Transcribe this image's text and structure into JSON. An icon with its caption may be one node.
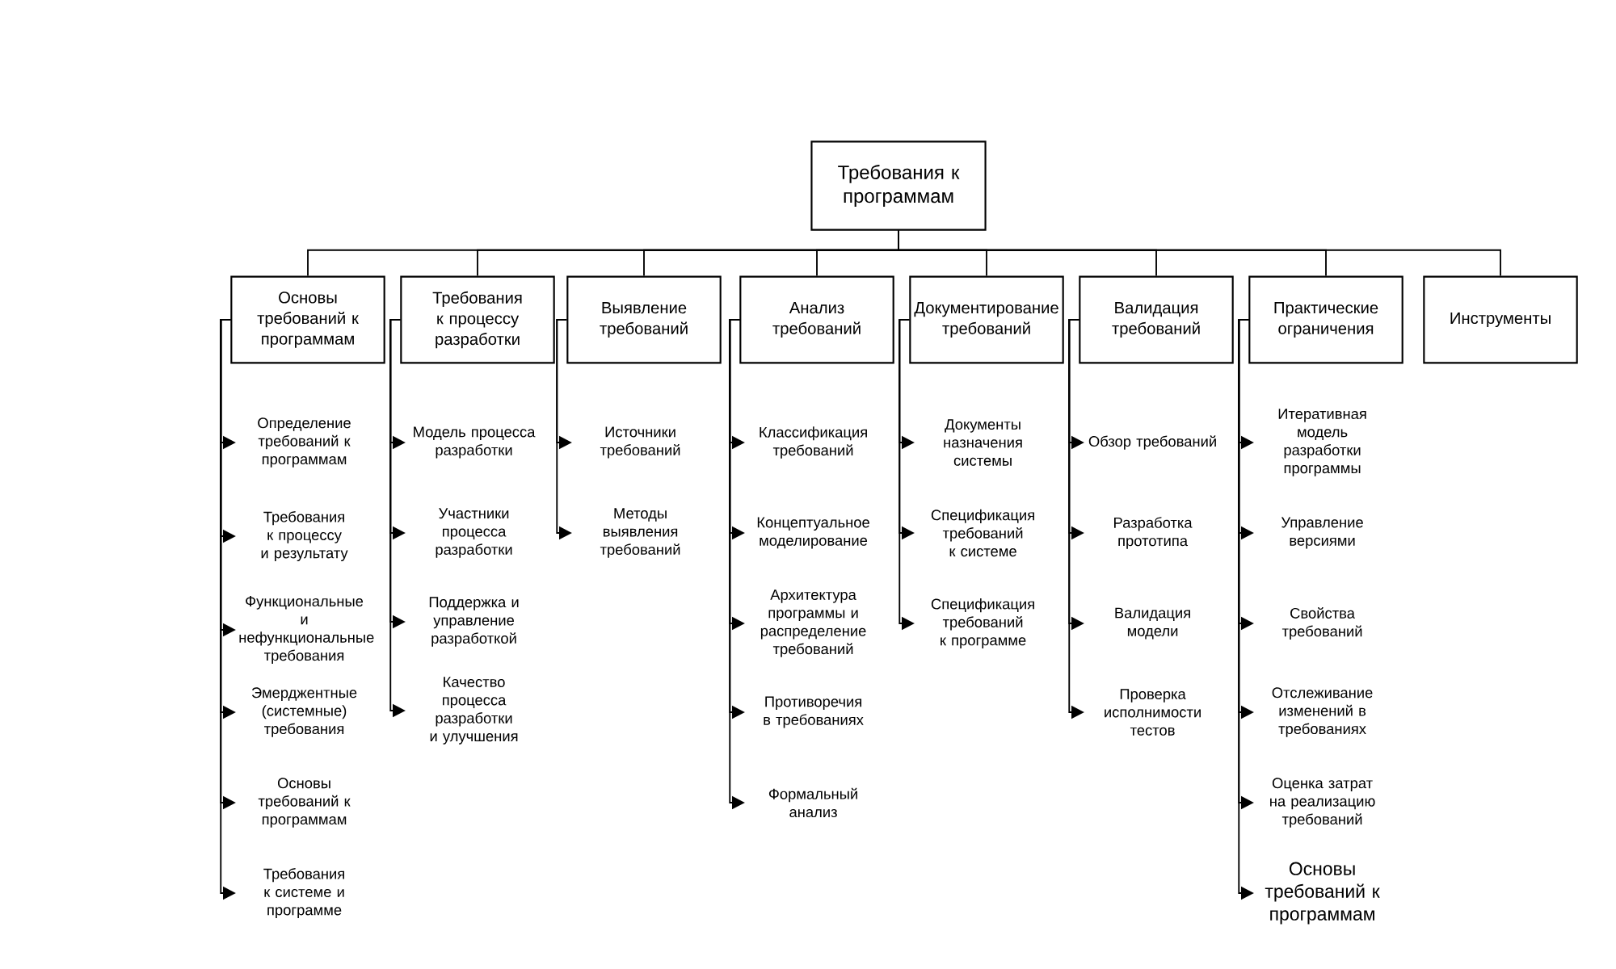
{
  "diagram": {
    "nodes": [
      {
        "text": [
          "Требования к программам"
        ]
      },
      {
        "text": [
          "Основы требований к программам"
        ]
      },
      {
        "text": [
          "Требования к процессу разработки"
        ]
      },
      {
        "text": [
          "Выявление требований"
        ]
      },
      {
        "text": [
          "Анализ требований"
        ]
      },
      {
        "text": [
          "Документирование требований"
        ]
      },
      {
        "text": [
          "Валидация требований"
        ]
      },
      {
        "text": [
          "Практические ограничения"
        ]
      },
      {
        "text": [
          "Инструменты"
        ]
      },
      {
        "text": [
          "Определение требований к программам"
        ]
      },
      {
        "text": [
          "Требования к процессу и результату"
        ]
      },
      {
        "text": [
          "Функциональные и нефункциональные требования"
        ]
      },
      {
        "text": [
          "Эмерджентные (системные) требования"
        ]
      },
      {
        "text": [
          "Основы требований к программам"
        ]
      },
      {
        "text": [
          "Требования к системе и программе"
        ]
      },
      {
        "text": [
          "Модель процесса разработки"
        ]
      },
      {
        "text": [
          "Участники процесса разработки"
        ]
      },
      {
        "text": [
          "Поддержка и управление разработкой"
        ]
      },
      {
        "text": [
          "Качество процесса разработки и улучшения"
        ]
      },
      {
        "text": [
          "Источники требований"
        ]
      },
      {
        "text": [
          "Методы выявления требований"
        ]
      },
      {
        "text": [
          "Классификация требований"
        ]
      },
      {
        "text": [
          "Концептуальное моделирование"
        ]
      },
      {
        "text": [
          "Архитектура программы и распределение требований"
        ]
      },
      {
        "text": [
          "Противоречия в требованиях"
        ]
      },
      {
        "text": [
          "Формальный анализ"
        ]
      },
      {
        "text": [
          "Документы назначения системы"
        ]
      },
      {
        "text": [
          "Спецификация требований к системе"
        ]
      },
      {
        "text": [
          "Спецификация требований к программе"
        ]
      },
      {
        "text": [
          "Обзор требований"
        ]
      },
      {
        "text": [
          "Разработка прототипа"
        ]
      },
      {
        "text": [
          "Валидация модели"
        ]
      },
      {
        "text": [
          "Проверка исполнимости тестов"
        ]
      },
      {
        "text": [
          "Итеративная модель разработки программы"
        ]
      },
      {
        "text": [
          "Управление версиями"
        ]
      },
      {
        "text": [
          "Свойства требований"
        ]
      },
      {
        "text": [
          "Отслеживание изменений в требованиях"
        ]
      },
      {
        "text": [
          "Оценка затрат на реализацию требований"
        ]
      },
      {
        "text": [
          "Основы требований к программам"
        ]
      }
    ],
    "edges": [
      {
        "from": 0,
        "to": 1,
        "arrow": "none"
      },
      {
        "from": 0,
        "to": 2,
        "arrow": "none"
      },
      {
        "from": 0,
        "to": 3,
        "arrow": "none"
      },
      {
        "from": 0,
        "to": 4,
        "arrow": "none"
      },
      {
        "from": 0,
        "to": 5,
        "arrow": "none"
      },
      {
        "from": 0,
        "to": 6,
        "arrow": "none"
      },
      {
        "from": 0,
        "to": 7,
        "arrow": "none"
      },
      {
        "from": 0,
        "to": 8,
        "arrow": "none"
      },
      {
        "from": 1,
        "to": 9,
        "arrow": "to"
      },
      {
        "from": 1,
        "to": 10,
        "arrow": "to"
      },
      {
        "from": 1,
        "to": 11,
        "arrow": "to"
      },
      {
        "from": 1,
        "to": 12,
        "arrow": "to"
      },
      {
        "from": 1,
        "to": 13,
        "arrow": "to"
      },
      {
        "from": 1,
        "to": 14,
        "arrow": "to"
      },
      {
        "from": 2,
        "to": 15,
        "arrow": "to"
      },
      {
        "from": 2,
        "to": 16,
        "arrow": "to"
      },
      {
        "from": 2,
        "to": 17,
        "arrow": "to"
      },
      {
        "from": 2,
        "to": 18,
        "arrow": "to"
      },
      {
        "from": 3,
        "to": 19,
        "arrow": "to"
      },
      {
        "from": 3,
        "to": 20,
        "arrow": "to"
      },
      {
        "from": 4,
        "to": 21,
        "arrow": "to"
      },
      {
        "from": 4,
        "to": 22,
        "arrow": "to"
      },
      {
        "from": 4,
        "to": 23,
        "arrow": "to"
      },
      {
        "from": 4,
        "to": 24,
        "arrow": "to"
      },
      {
        "from": 4,
        "to": 25,
        "arrow": "to"
      },
      {
        "from": 5,
        "to": 26,
        "arrow": "to"
      },
      {
        "from": 5,
        "to": 27,
        "arrow": "to"
      },
      {
        "from": 5,
        "to": 28,
        "arrow": "to"
      },
      {
        "from": 6,
        "to": 29,
        "arrow": "to"
      },
      {
        "from": 6,
        "to": 30,
        "arrow": "to"
      },
      {
        "from": 6,
        "to": 31,
        "arrow": "to"
      },
      {
        "from": 6,
        "to": 32,
        "arrow": "to"
      },
      {
        "from": 7,
        "to": 33,
        "arrow": "to"
      },
      {
        "from": 7,
        "to": 34,
        "arrow": "to"
      },
      {
        "from": 7,
        "to": 35,
        "arrow": "to"
      },
      {
        "from": 7,
        "to": 36,
        "arrow": "to"
      },
      {
        "from": 7,
        "to": 37,
        "arrow": "to"
      },
      {
        "from": 7,
        "to": 38,
        "arrow": "to"
      }
    ]
  }
}
